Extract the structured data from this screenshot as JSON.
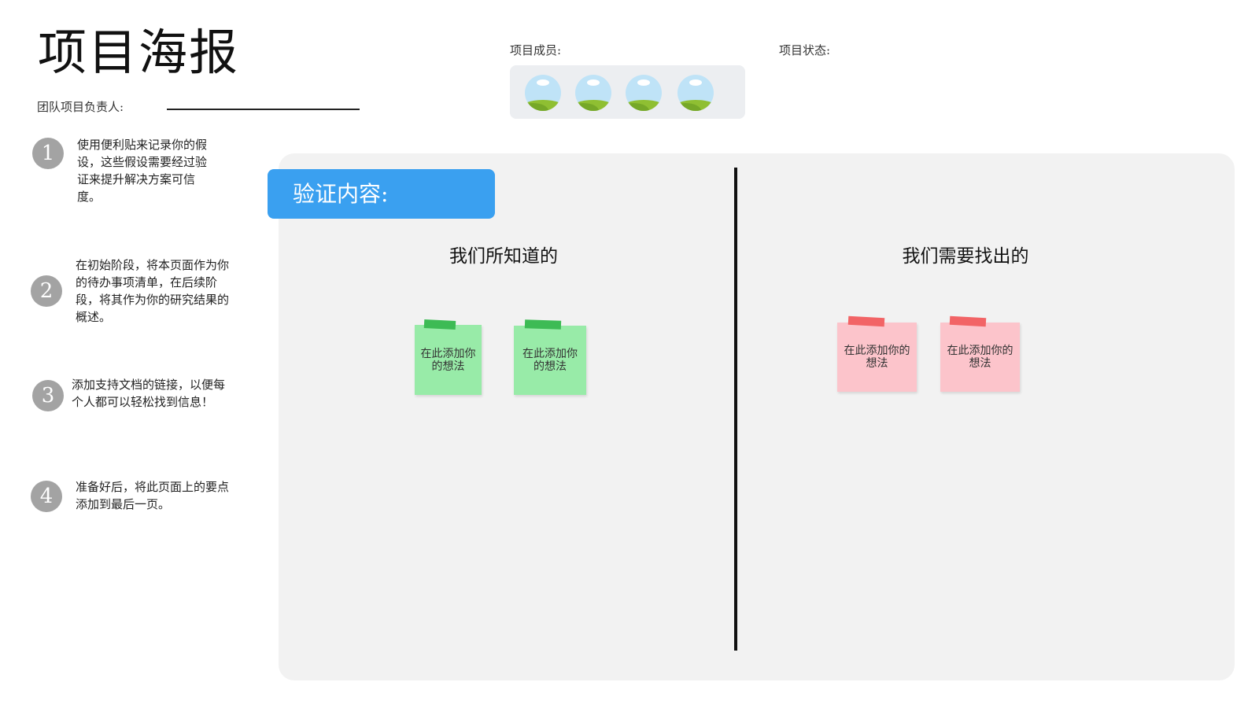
{
  "header": {
    "title": "项目海报",
    "owner_label": "团队项目负责人:",
    "members_label": "项目成员:",
    "status_label": "项目状态:"
  },
  "members": [
    {
      "icon": "avatar-placeholder-icon"
    },
    {
      "icon": "avatar-placeholder-icon"
    },
    {
      "icon": "avatar-placeholder-icon"
    },
    {
      "icon": "avatar-placeholder-icon"
    }
  ],
  "steps": [
    {
      "number": "1",
      "text": "使用便利贴来记录你的假设，这些假设需要经过验证来提升解决方案可信度。"
    },
    {
      "number": "2",
      "text": "在初始阶段，将本页面作为你的待办事项清单，在后续阶段，将其作为你的研究结果的概述。"
    },
    {
      "number": "3",
      "text": "添加支持文档的链接，以便每个人都可以轻松找到信息！"
    },
    {
      "number": "4",
      "text": "准备好后，将此页面上的要点添加到最后一页。"
    }
  ],
  "board": {
    "header": "验证内容:",
    "left_heading": "我们所知道的",
    "right_heading": "我们需要找出的",
    "left_notes": [
      "在此添加你的想法",
      "在此添加你的想法"
    ],
    "right_notes": [
      "在此添加你的想法",
      "在此添加你的想法"
    ]
  },
  "colors": {
    "accent": "#3aa0f0",
    "board_bg": "#f2f2f2",
    "sticky_green": "#98eba8",
    "sticky_pink": "#fcc4cb",
    "step_badge": "#a3a3a3"
  }
}
